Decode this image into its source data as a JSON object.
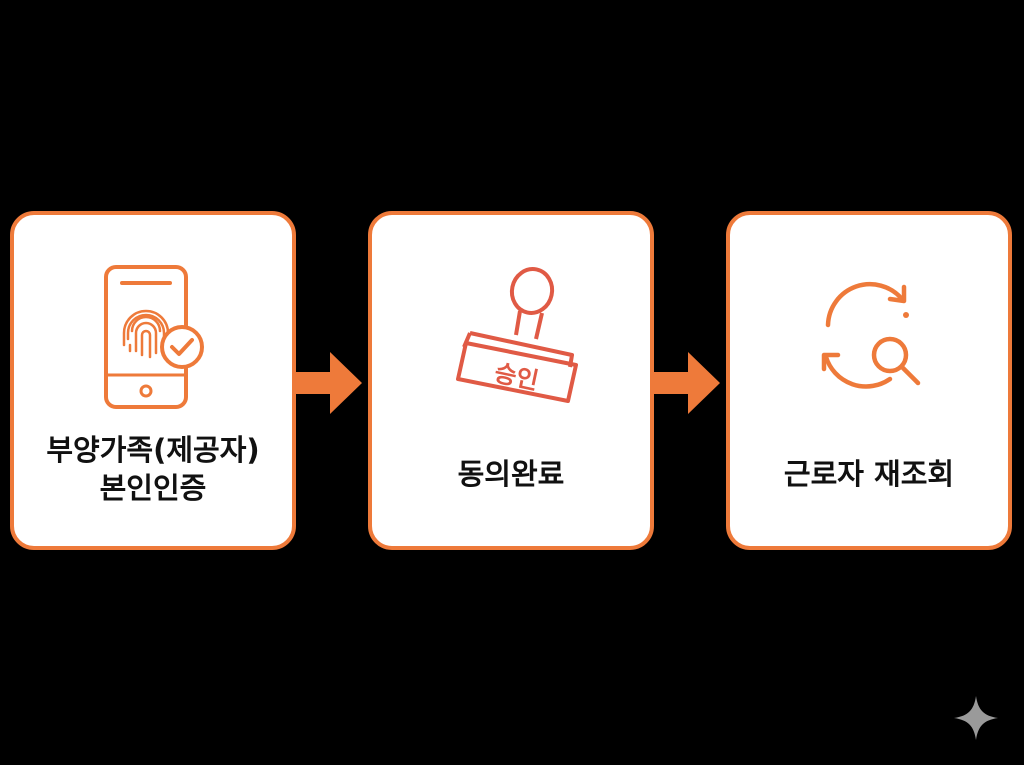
{
  "colors": {
    "background": "#000000",
    "accent": "#ee7a3a",
    "stamp_red": "#e05a45",
    "card": "#ffffff",
    "text": "#111111",
    "sparkle": "#9a9a9a"
  },
  "steps": [
    {
      "icon": "phone-fingerprint-check-icon",
      "label_lines": [
        "부양가족(제공자)",
        "본인인증"
      ]
    },
    {
      "icon": "approval-stamp-icon",
      "stamp_text": "승인",
      "label_lines": [
        "동의완료"
      ]
    },
    {
      "icon": "refresh-search-icon",
      "label_lines": [
        "근로자 재조회"
      ]
    }
  ],
  "connectors": [
    {
      "icon": "arrow-right-icon"
    },
    {
      "icon": "arrow-right-icon"
    }
  ],
  "watermark": {
    "icon": "sparkle-icon"
  }
}
